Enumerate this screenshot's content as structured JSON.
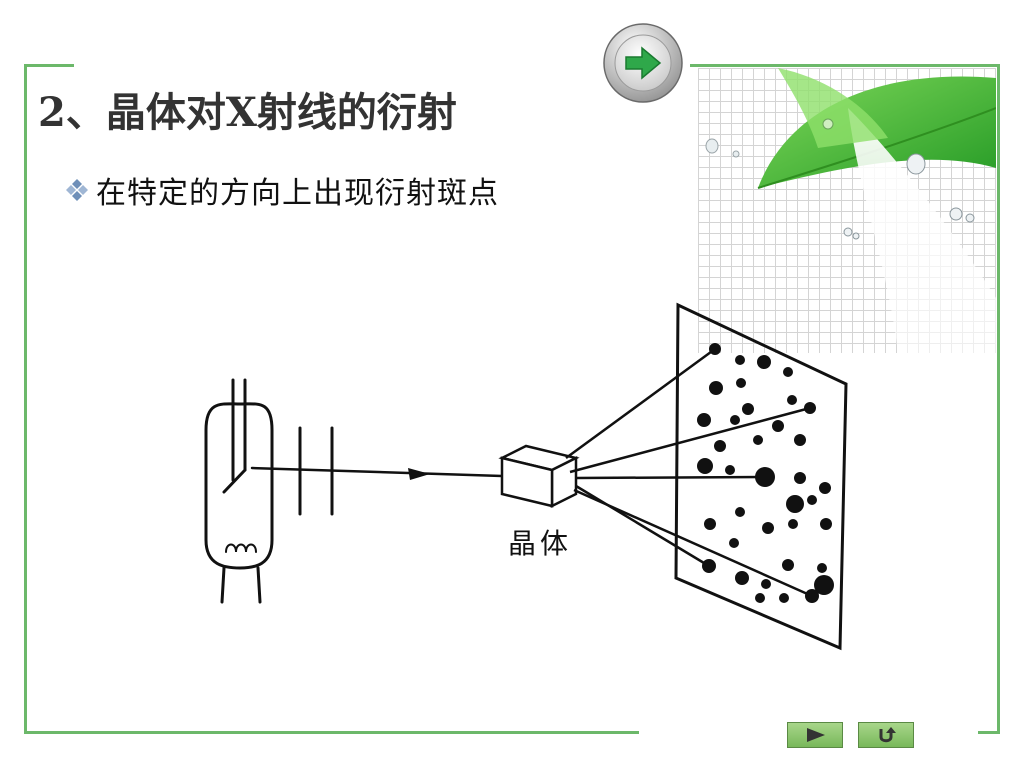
{
  "slide": {
    "title": "2、晶体对X射线的衍射",
    "bullet": "在特定的方向上出现衍射斑点"
  },
  "diagram": {
    "crystal_label": "晶体"
  },
  "icons": {
    "top_button": "green-right-arrow-icon",
    "bullet": "four-diamond-bullet-icon",
    "nav_next": "play-triangle-icon",
    "nav_return": "return-u-arrow-icon"
  },
  "colors": {
    "frame": "#6cb86a",
    "nav_button": "#8cc870",
    "leaf": "#3fae2e",
    "arrow": "#2fa84a"
  }
}
